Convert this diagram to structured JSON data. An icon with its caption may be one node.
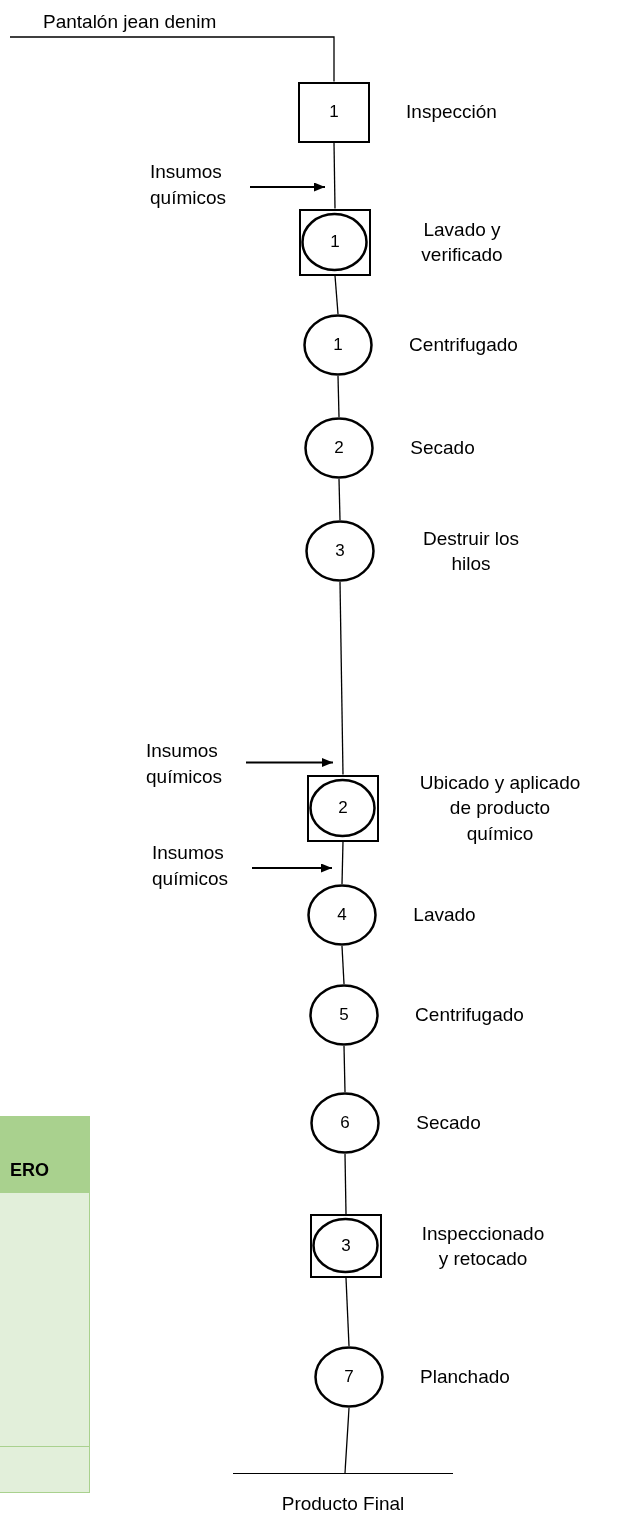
{
  "diagram": {
    "nodes": [
      {
        "text": [
          "Pantalón jean denim"
        ]
      },
      {
        "text": [
          "1"
        ],
        "beside": [
          "Inspección"
        ]
      },
      {
        "text": [
          "Insumos químicos"
        ]
      },
      {
        "text": [
          "1"
        ],
        "beside": [
          "Lavado y verificado"
        ]
      },
      {
        "text": [
          "1"
        ],
        "beside": [
          "Centrifugado"
        ]
      },
      {
        "text": [
          "2"
        ],
        "beside": [
          "Secado"
        ]
      },
      {
        "text": [
          "3"
        ],
        "beside": [
          "Destruir los hilos"
        ]
      },
      {
        "text": [
          "Insumos químicos"
        ]
      },
      {
        "text": [
          "2"
        ],
        "beside": [
          "Ubicado y aplicado de producto químico"
        ]
      },
      {
        "text": [
          "Insumos químicos"
        ]
      },
      {
        "text": [
          "4"
        ],
        "beside": [
          "Lavado"
        ]
      },
      {
        "text": [
          "5"
        ],
        "beside": [
          "Centrifugado"
        ]
      },
      {
        "text": [
          "6"
        ],
        "beside": [
          "Secado"
        ]
      },
      {
        "text": [
          "3"
        ],
        "beside": [
          "Inspeccionado y retocado"
        ]
      },
      {
        "text": [
          "7"
        ],
        "beside": [
          "Planchado"
        ]
      },
      {
        "text": [
          "Producto Final"
        ]
      }
    ],
    "edges": [
      {
        "from": 0,
        "to": 1,
        "arrow": "none"
      },
      {
        "from": 2,
        "to": 3,
        "arrow": "to"
      },
      {
        "from": 1,
        "to": 3,
        "arrow": "none"
      },
      {
        "from": 3,
        "to": 4,
        "arrow": "none"
      },
      {
        "from": 4,
        "to": 5,
        "arrow": "none"
      },
      {
        "from": 5,
        "to": 6,
        "arrow": "none"
      },
      {
        "from": 7,
        "to": 8,
        "arrow": "to"
      },
      {
        "from": 6,
        "to": 8,
        "arrow": "none"
      },
      {
        "from": 9,
        "to": 10,
        "arrow": "to"
      },
      {
        "from": 8,
        "to": 10,
        "arrow": "none"
      },
      {
        "from": 10,
        "to": 11,
        "arrow": "none"
      },
      {
        "from": 11,
        "to": 12,
        "arrow": "none"
      },
      {
        "from": 12,
        "to": 13,
        "arrow": "none"
      },
      {
        "from": 13,
        "to": 14,
        "arrow": "none"
      },
      {
        "from": 14,
        "to": 15,
        "arrow": "none"
      }
    ],
    "labels": [
      "ERO"
    ]
  }
}
